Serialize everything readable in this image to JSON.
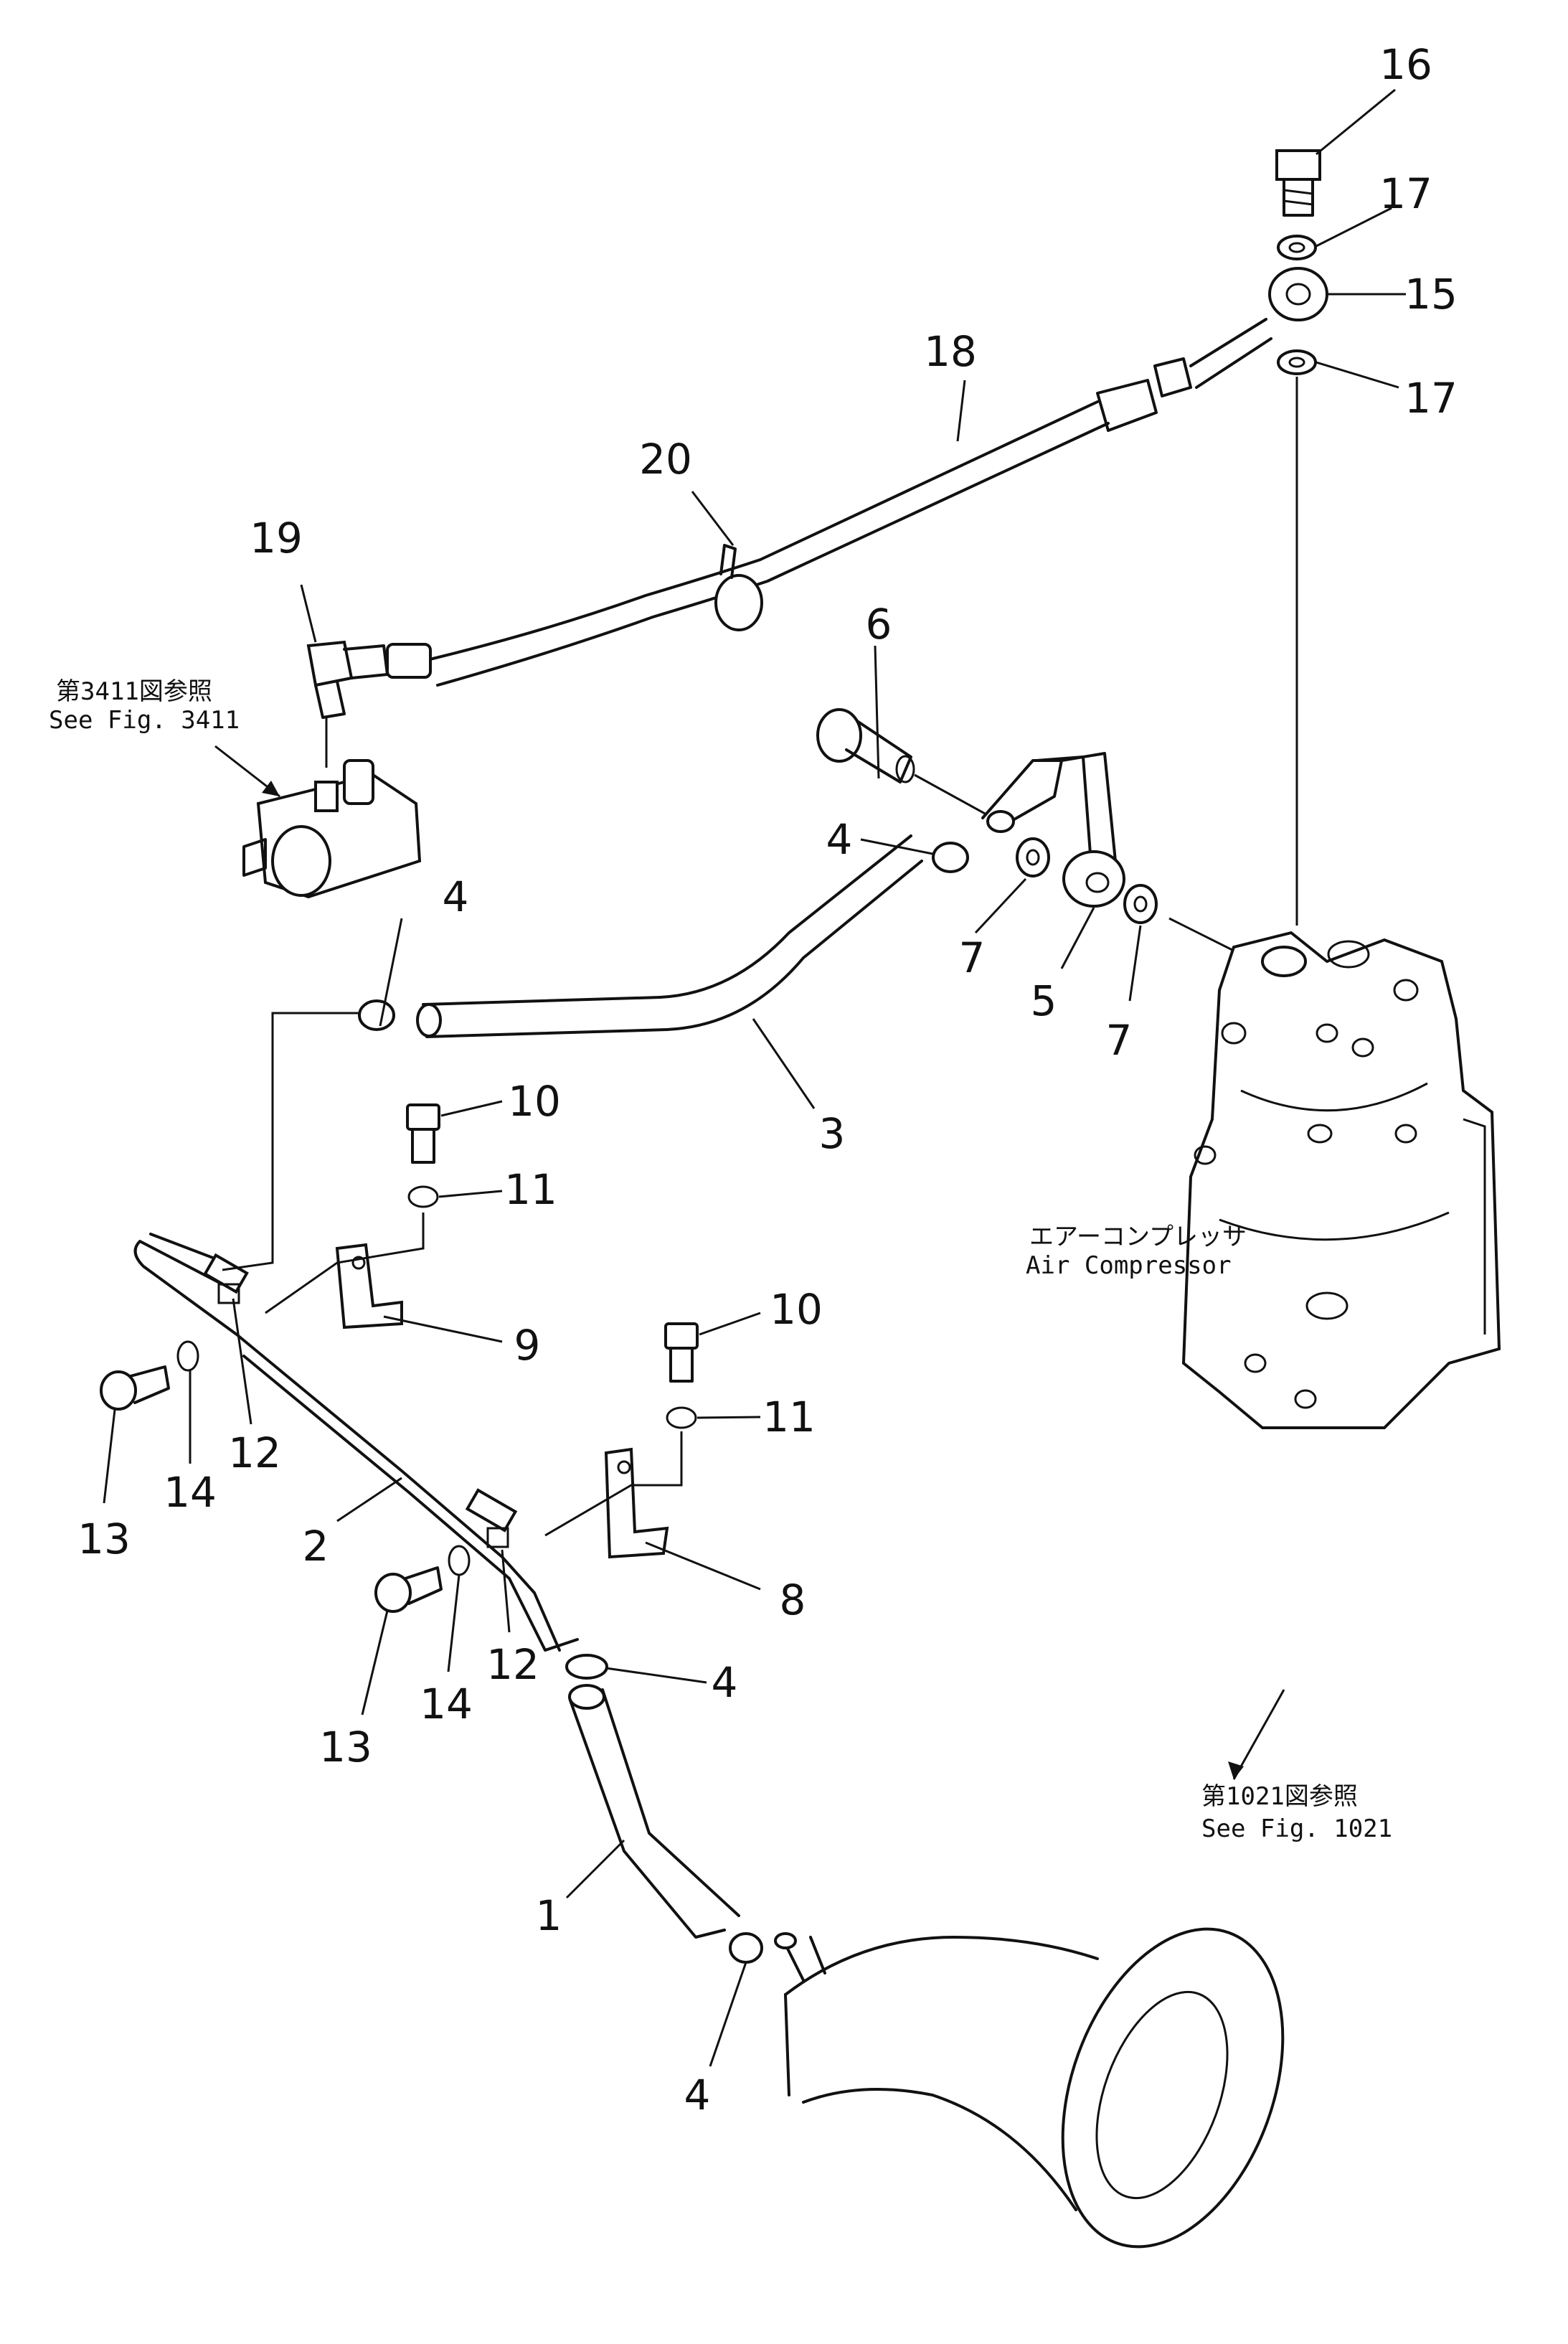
{
  "labels": {
    "p1": "1",
    "p2": "2",
    "p3": "3",
    "p4a": "4",
    "p4b": "4",
    "p4c": "4",
    "p4d": "4",
    "p5": "5",
    "p6": "6",
    "p7a": "7",
    "p7b": "7",
    "p8": "8",
    "p9": "9",
    "p10a": "10",
    "p10b": "10",
    "p11a": "11",
    "p11b": "11",
    "p12a": "12",
    "p12b": "12",
    "p13a": "13",
    "p13b": "13",
    "p14a": "14",
    "p14b": "14",
    "p15": "15",
    "p16": "16",
    "p17a": "17",
    "p17b": "17",
    "p18": "18",
    "p19": "19",
    "p20": "20"
  },
  "references": {
    "fig3411_jp": "第3411図参照",
    "fig3411_en": "See  Fig. 3411",
    "fig1021_jp": "第1021図参照",
    "fig1021_en": "See  Fig. 1021",
    "compressor_jp": "エアーコンプレッサ",
    "compressor_en": "Air  Compressor"
  }
}
